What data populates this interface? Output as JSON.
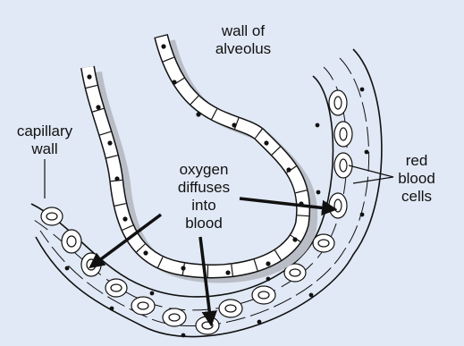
{
  "labels": {
    "alveolus_line1": "wall of",
    "alveolus_line2": "alveolus",
    "capillary_line1": "capillary",
    "capillary_line2": "wall",
    "oxygen_line1": "oxygen",
    "oxygen_line2": "diffuses",
    "oxygen_line3": "into",
    "oxygen_line4": "blood",
    "rbc_line1": "red",
    "rbc_line2": "blood",
    "rbc_line3": "cells"
  },
  "colors": {
    "background": "#e1e9f6",
    "shadow": "#b9bdc5",
    "cell_fill": "#ffffff",
    "ink": "#111111"
  }
}
